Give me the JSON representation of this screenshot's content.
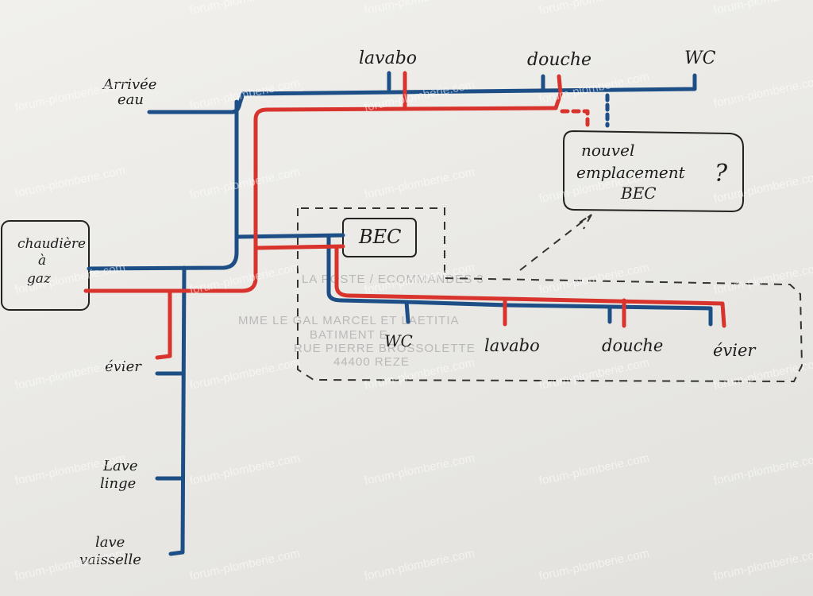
{
  "labels": {
    "arrivee_eau_1": "Arrivée",
    "arrivee_eau_2": "eau",
    "chaudiere_1": "chaudière",
    "chaudiere_2": "à",
    "chaudiere_3": "gaz",
    "top_lavabo": "lavabo",
    "top_douche": "douche",
    "top_wc": "WC",
    "bec_box": "BEC",
    "nouvel_1": "nouvel",
    "nouvel_2": "emplacement",
    "nouvel_q": "?",
    "nouvel_3": "BEC",
    "evier_left": "évier",
    "lave_linge_1": "Lave",
    "lave_linge_2": "linge",
    "lave_vaisselle_1": "lave",
    "lave_vaisselle_2": "vaisselle",
    "bottom_wc": "WC",
    "bottom_lavabo": "lavabo",
    "bottom_douche": "douche",
    "bottom_evier": "évier"
  },
  "stamp_lines": [
    "LA POSTE / ECOMMANDES 3",
    "MME LE GAL MARCEL ET LAETITIA",
    "BATIMENT E",
    "RUE PIERRE BROSSOLETTE",
    "44400 REZE"
  ],
  "watermark": "forum-plomberie.com",
  "colors": {
    "cold_water": "#1d4f86",
    "hot_water": "#d8332c"
  }
}
